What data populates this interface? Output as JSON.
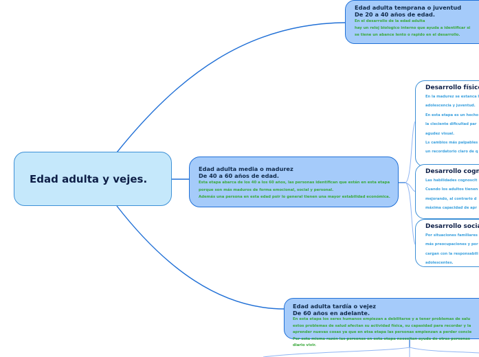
{
  "root": {
    "title": "Edad adulta y vejes."
  },
  "branches": [
    {
      "title": "Edad adulta temprana o juventud",
      "subtitle": "De 20 a 40 años de edad.",
      "body": [
        "En el desarrollo de la edad adulta",
        "hay un reloj biologico interno que ayuda a identificar si",
        "se tiene un abance lento o rapido en el desarrollo."
      ]
    },
    {
      "title": "Edad adulta media o madurez",
      "subtitle": "De 40 a 60 años de edad.",
      "body": [
        "Esta etapa abarca de los 40 a los 60 años, las personas identifican que están en esta etapa",
        "porque son más maduros de forma emocional, social y personal.",
        "Además una persona en esta edad poir lo general tienen una mayor estabilidad económica."
      ],
      "children": [
        {
          "title": "Desarrollo físico",
          "body": [
            "En la madurez se estanca l",
            "adolescencia y juventud.",
            "En esta etapa es un hecho",
            "la cleciente dificultad par",
            "agudez visual.",
            "Ls cambios más palpables",
            "un recordatorio claro de q"
          ]
        },
        {
          "title": "Desarrollo cogni",
          "body": [
            "Las habilidades cognoscit",
            "Cuando los adultos tienen",
            "mejorando, al contrario d",
            "máxima capacidad de apr"
          ]
        },
        {
          "title": "Desarrollo socia",
          "body": [
            "Por situaciones familiares",
            "más preocupaciones y por",
            "cargan con la responsabili",
            "adolescentes."
          ]
        }
      ]
    },
    {
      "title": "Edad adulta tardía o vejez",
      "subtitle": "De 60 años en adelante.",
      "body": [
        "En esta etapa los seres humanos empiezan a debilitarse y a tener problemas de salu",
        "estos problemas de salud afectan su actividad física, su capasidad para recordar y la",
        "aprender nuevas cosas ya que en etsa etapa las personas empienzan a perder concie",
        "Por esta misma razón las personas en esta etapa necesitan ayuda de otras personas",
        "diario vivir."
      ]
    }
  ],
  "colors": {
    "root_fill": "#c5e8fb",
    "branch_fill": "#a5cbfa",
    "connector": "#1f6fd6",
    "sub_connector": "#8fb4f2",
    "body_text": "#39a83a",
    "sub_body_text": "#3aa0de"
  }
}
